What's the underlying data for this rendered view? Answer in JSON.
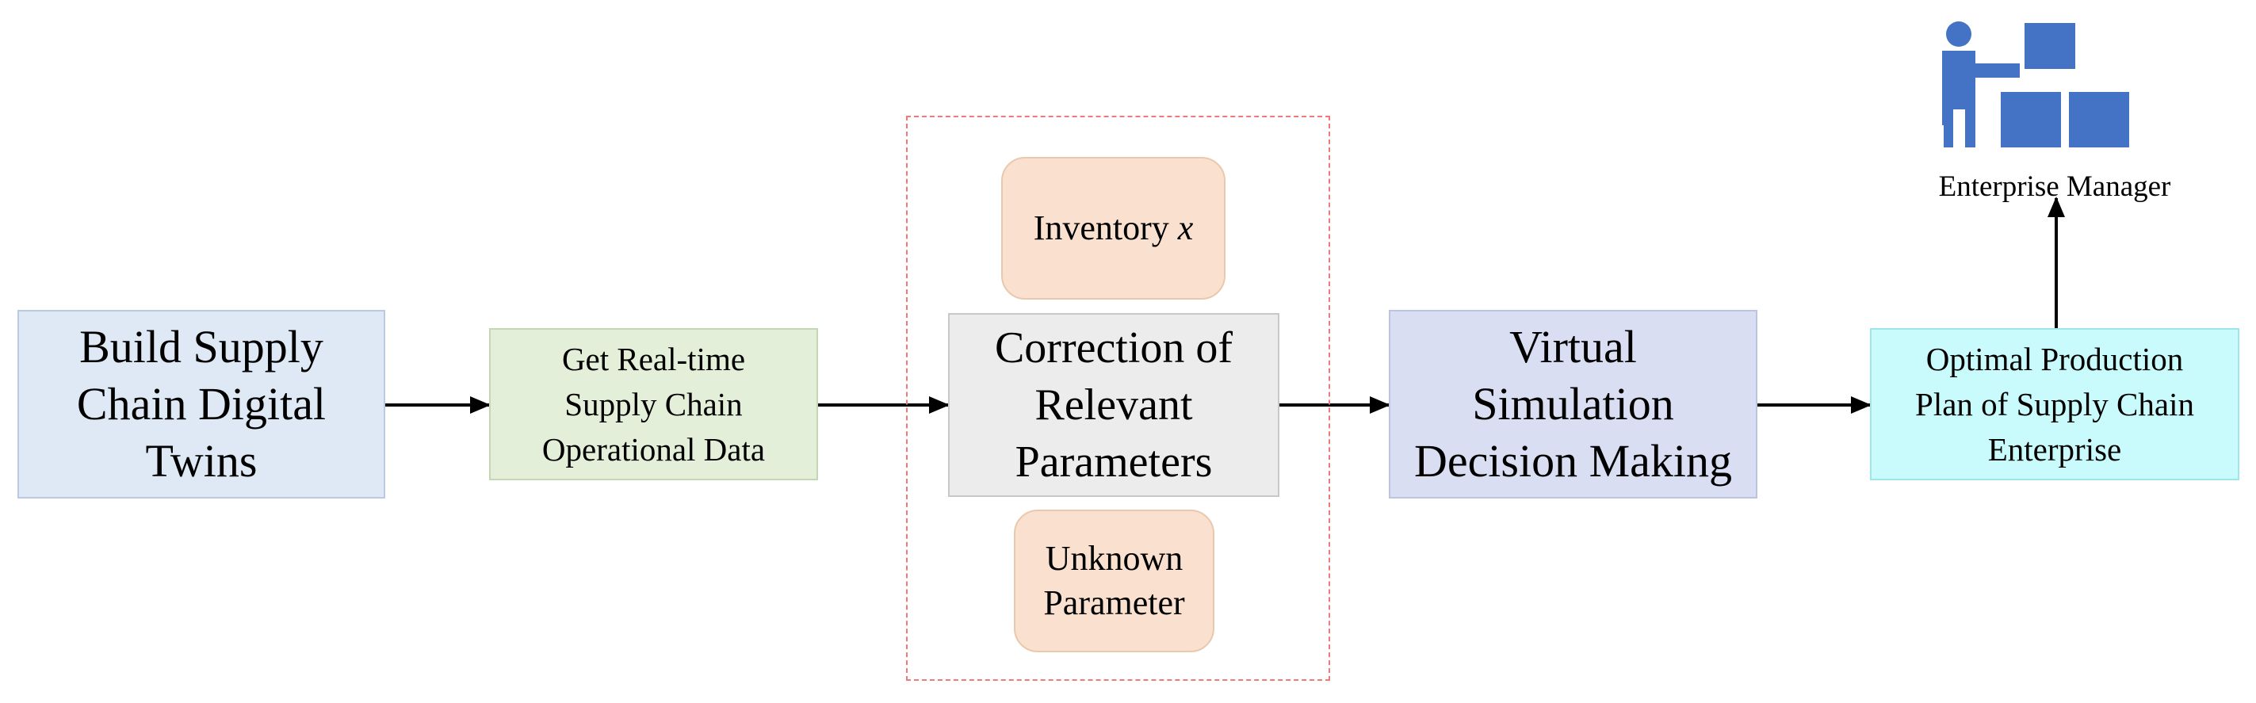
{
  "nodes": {
    "build": "Build  Supply\nChain Digital\nTwins",
    "get_data": "Get Real-time\nSupply Chain\nOperational Data",
    "inventory_label": "Inventory ",
    "inventory_var": "x",
    "correction": "Correction of\nRelevant\nParameters",
    "unknown": "Unknown\nParameter",
    "virtual": "Virtual\nSimulation\nDecision Making",
    "optimal": "Optimal Production\nPlan of Supply Chain\nEnterprise"
  },
  "manager": {
    "label": "Enterprise Manager",
    "icon": "presenter-with-boxes-icon"
  },
  "colors": {
    "build_fill": "#dee9f5",
    "get_data_fill": "#e3efd9",
    "param_fill": "#fae1cf",
    "correction_fill": "#ececec",
    "virtual_fill": "#d9def3",
    "optimal_fill": "#cafbfc",
    "dashed_border": "#f27979",
    "icon_blue": "#4472c4"
  }
}
